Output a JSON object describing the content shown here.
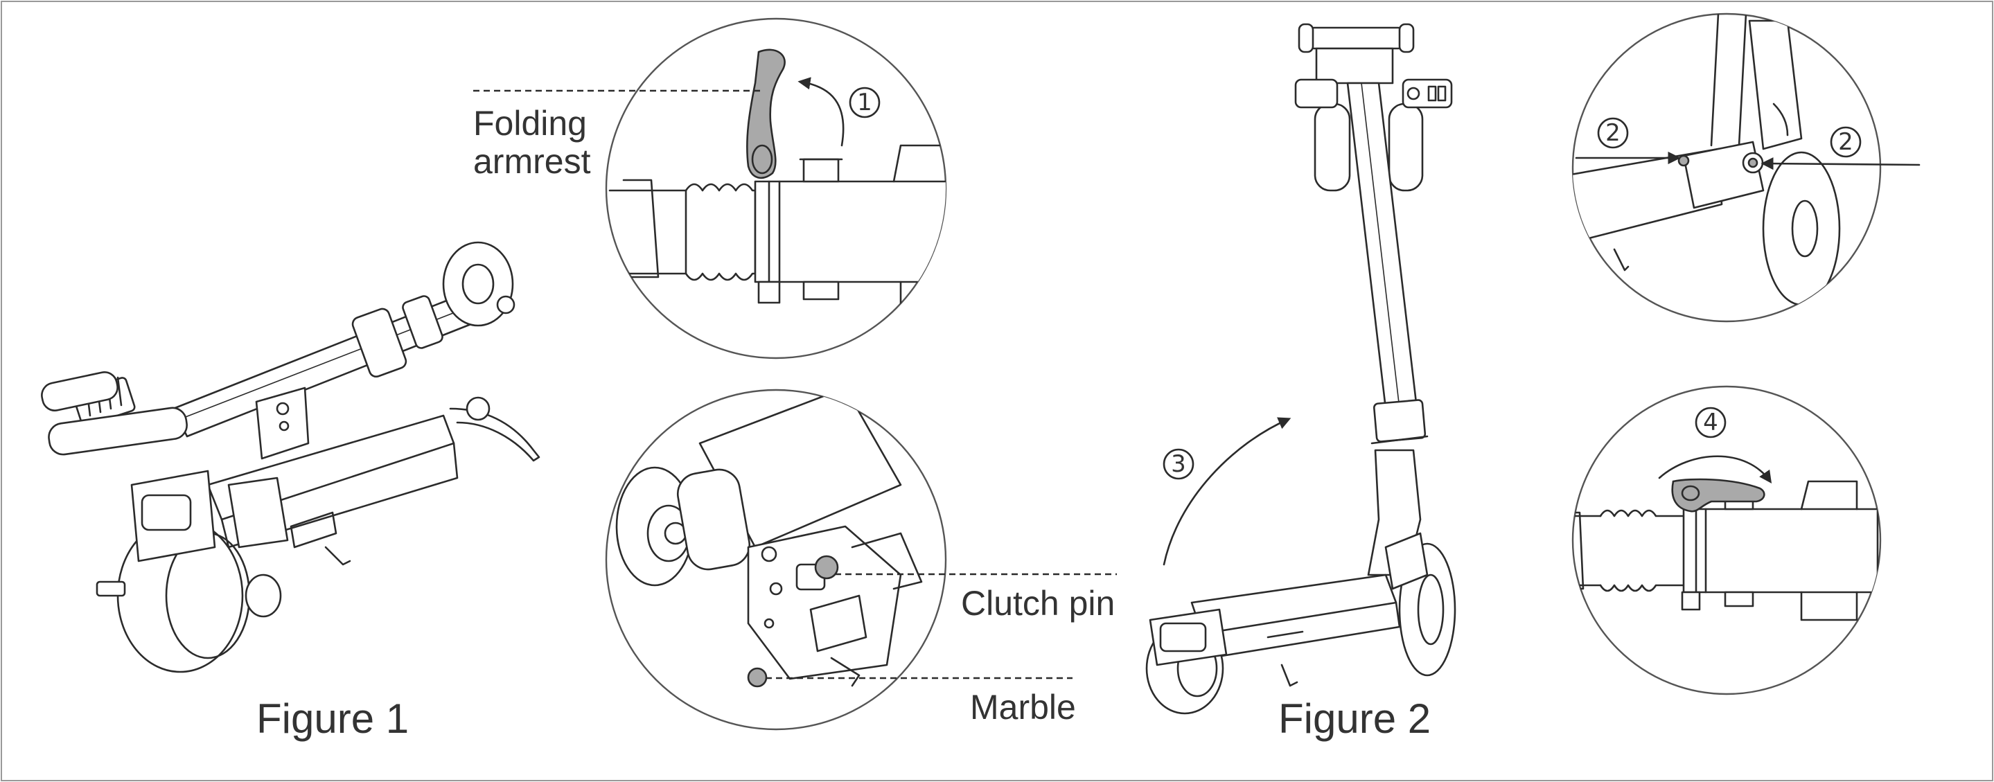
{
  "figures": {
    "figure1_caption": "Figure 1",
    "figure2_caption": "Figure 2"
  },
  "callouts": {
    "folding_armrest_line1": "Folding",
    "folding_armrest_line2": "armrest",
    "clutch_pin": "Clutch pin",
    "marble": "Marble"
  },
  "steps": {
    "step1": "1",
    "step2_left": "2",
    "step2_right": "2",
    "step3": "3",
    "step4": "4"
  },
  "colors": {
    "line": "#2b2b2b",
    "highlight": "#a9a9a9",
    "text": "#333333",
    "border": "#999999"
  }
}
